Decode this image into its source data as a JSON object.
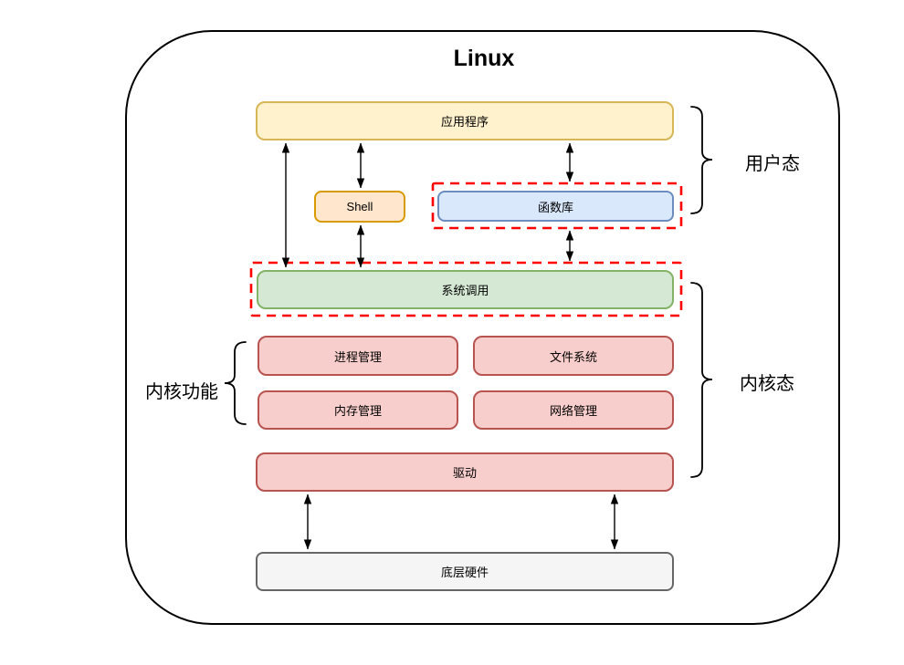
{
  "diagram": {
    "title": "Linux",
    "nodes": {
      "app": {
        "label": "应用程序",
        "fill": "#FFF2CC",
        "border": "#D6B656",
        "highlighted": false
      },
      "shell": {
        "label": "Shell",
        "fill": "#FFE6CC",
        "border": "#D79B00",
        "highlighted": false
      },
      "lib": {
        "label": "函数库",
        "fill": "#DAE8FC",
        "border": "#6C8EBF",
        "highlighted": true
      },
      "syscall": {
        "label": "系统调用",
        "fill": "#D5E8D4",
        "border": "#82B366",
        "highlighted": true
      },
      "process": {
        "label": "进程管理",
        "fill": "#F8CECC",
        "border": "#B85450",
        "highlighted": false
      },
      "filesystem": {
        "label": "文件系统",
        "fill": "#F8CECC",
        "border": "#B85450",
        "highlighted": false
      },
      "memory": {
        "label": "内存管理",
        "fill": "#F8CECC",
        "border": "#B85450",
        "highlighted": false
      },
      "network": {
        "label": "网络管理",
        "fill": "#F8CECC",
        "border": "#B85450",
        "highlighted": false
      },
      "driver": {
        "label": "驱动",
        "fill": "#F8CECC",
        "border": "#B85450",
        "highlighted": false
      },
      "hardware": {
        "label": "底层硬件",
        "fill": "#F5F5F5",
        "border": "#666666",
        "highlighted": false
      }
    },
    "annotations": {
      "user_mode": "用户态",
      "kernel_mode": "内核态",
      "kernel_functions": "内核功能"
    },
    "highlight_color": "#FF0000",
    "outline_color": "#000000"
  }
}
